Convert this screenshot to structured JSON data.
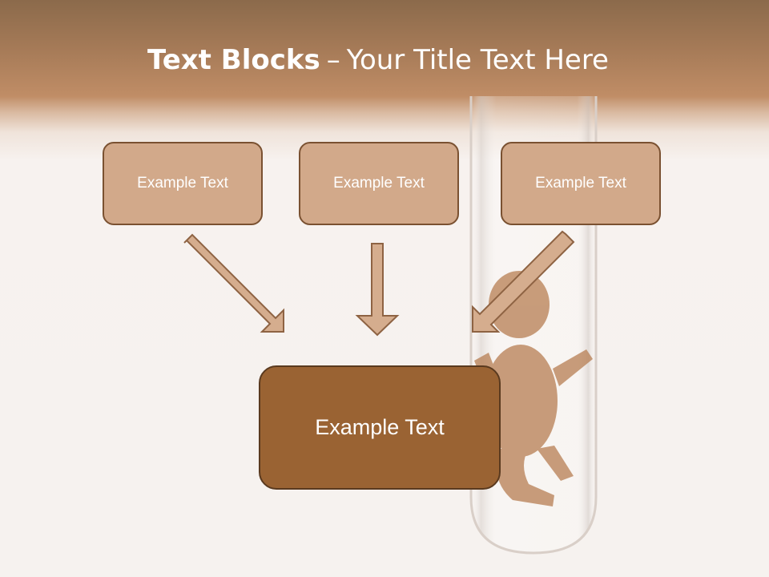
{
  "slide": {
    "title_bold": "Text Blocks",
    "title_separator": "–",
    "title_rest": "Your Title Text Here"
  },
  "blocks": [
    {
      "label": "Example Text"
    },
    {
      "label": "Example Text"
    },
    {
      "label": "Example Text"
    }
  ],
  "center_block": {
    "label": "Example Text"
  },
  "colors": {
    "block_fill": "#d2a98a",
    "block_border": "#7a5131",
    "center_fill": "#9a6333",
    "arrow_fill": "#d5ad8e",
    "arrow_stroke": "#8e6343"
  },
  "background_image": {
    "icon": "test-tube-baby-doll-icon"
  }
}
